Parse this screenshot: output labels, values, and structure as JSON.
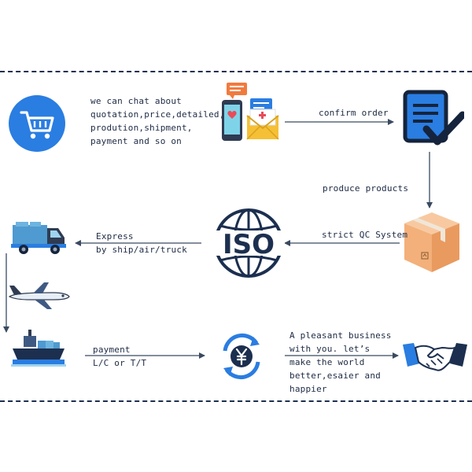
{
  "colors": {
    "accent_blue": "#2a7de1",
    "navy": "#1c2f4f",
    "box_orange": "#f3b07a",
    "gold": "#f5c035",
    "dash_line": "#1c2f4f"
  },
  "icons": [
    "shopping-cart-icon",
    "chat-phone-mail-icon",
    "order-checklist-icon",
    "package-box-icon",
    "iso-globe-logo-icon",
    "delivery-truck-icon",
    "airplane-icon",
    "cargo-ship-icon",
    "yuan-currency-icon",
    "handshake-icon"
  ],
  "steps": {
    "chat": {
      "lines": [
        "we can chat about",
        "quotation,price,detailed,",
        "prodution,shipment,",
        "payment and so on"
      ]
    },
    "confirm": {
      "label": "confirm order"
    },
    "produce": {
      "label": "produce products"
    },
    "qc": {
      "label": "strict QC System"
    },
    "iso": {
      "logo_text": "ISO"
    },
    "express": {
      "lines": [
        "Express",
        "by ship/air/truck"
      ]
    },
    "payment": {
      "lines": [
        "payment",
        "L/C or T/T"
      ]
    },
    "business": {
      "lines": [
        "A pleasant business",
        "with you. let’s",
        "make the world",
        "better,esaier and",
        "happier"
      ]
    }
  }
}
